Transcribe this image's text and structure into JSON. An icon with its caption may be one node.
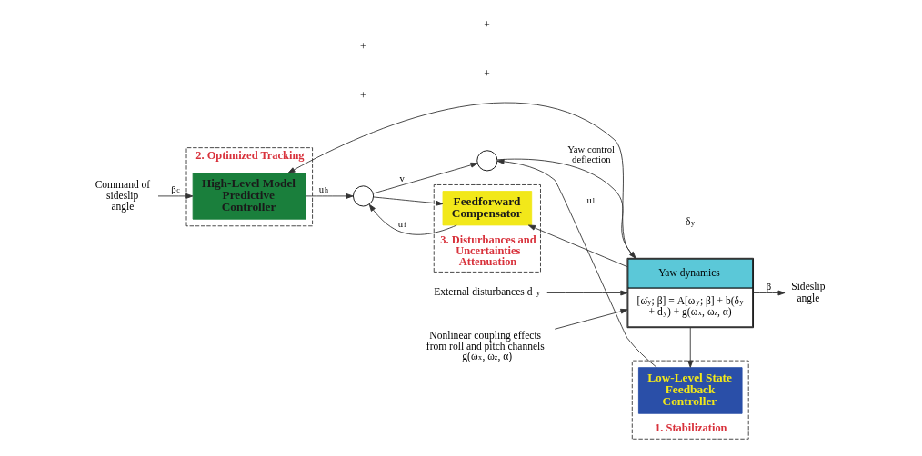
{
  "diagram": {
    "nodes": [
      {
        "text": [
          "2. Optimized Tracking"
        ]
      },
      {
        "text": [
          "High-Level Model Predictive Controller"
        ],
        "in": 0
      },
      {
        "text": [
          "Command of sideslip angle"
        ]
      },
      {
        "text": [],
        "shape": "circle"
      },
      {
        "text": [],
        "shape": "circle"
      },
      {
        "text": [
          "Yaw dynamics",
          "[ω̇$_{y}$; β] = A[ω$_{y}$; β] + b(δ$_{y}$ + d$_{y}$) + g(ω$_{x}$, ω$_{z}$, α)"
        ]
      },
      {
        "text": [
          "External disturbances d$_{y}$"
        ]
      },
      {
        "text": [
          "Nonlinear coupling effects from roll and pitch channels",
          "g(ω$_{x}$, ω$_{z}$, α)"
        ]
      },
      {
        "text": [
          "Sideslip angle"
        ]
      },
      {
        "text": [
          "1. Stabilization"
        ]
      },
      {
        "text": [
          "Low-Level State Feedback Controller"
        ],
        "in": 9
      },
      {
        "text": [
          "3. Disturbances and Uncertainties Attenuation"
        ]
      },
      {
        "text": [
          "Feedforward Compensator"
        ],
        "in": 11
      }
    ],
    "edges": [
      {
        "from": 2,
        "to": 1,
        "arrow": "to",
        "label": "β$_{c}$"
      },
      {
        "from": 1,
        "to": 3,
        "arrow": "to",
        "label": "u$_{h}$"
      },
      {
        "from": 12,
        "to": 3,
        "arrow": "to",
        "label": "u$_{f}$"
      },
      {
        "from": 3,
        "to": 4,
        "arrow": "to",
        "label": "v"
      },
      {
        "from": 3,
        "to": 12,
        "arrow": "to"
      },
      {
        "from": 4,
        "to": 5,
        "arrow": "to",
        "label": "Yaw control deflection"
      },
      {
        "from": 10,
        "to": 4,
        "arrow": "to",
        "label": "u$_{l}$"
      },
      {
        "from": 5,
        "to": 10,
        "arrow": "to"
      },
      {
        "from": 6,
        "to": 5,
        "arrow": "to"
      },
      {
        "from": 7,
        "to": 5,
        "arrow": "to"
      },
      {
        "from": 5,
        "to": 8,
        "arrow": "to",
        "label": "β"
      },
      {
        "from": 5,
        "to": 12,
        "arrow": "to"
      },
      {
        "from": 5,
        "to": 1,
        "arrow": "to"
      }
    ],
    "labels": [
      "+",
      "+",
      "+",
      "+",
      "δ$_{y}$"
    ]
  }
}
